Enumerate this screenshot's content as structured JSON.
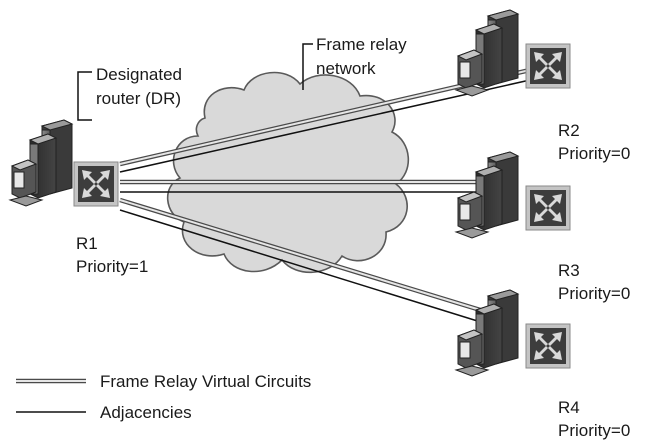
{
  "labels": {
    "dr": [
      "Designated",
      "router (DR)"
    ],
    "cloud": [
      "Frame relay",
      "network"
    ]
  },
  "routers": [
    {
      "id": "R1",
      "name": "R1",
      "priority": "Priority=1"
    },
    {
      "id": "R2",
      "name": "R2",
      "priority": "Priority=0"
    },
    {
      "id": "R3",
      "name": "R3",
      "priority": "Priority=0"
    },
    {
      "id": "R4",
      "name": "R4",
      "priority": "Priority=0"
    }
  ],
  "legend": {
    "virtual_circuits": "Frame Relay Virtual Circuits",
    "adjacencies": "Adjacencies"
  },
  "icons": {
    "router": "router-icon",
    "server": "server-tower-icon",
    "cloud": "frame-relay-cloud-icon"
  },
  "colors": {
    "cloud_fill": "#d9d9d9",
    "cloud_stroke": "#5a5a5a",
    "circuit_outer": "#4a4a4a",
    "circuit_inner": "#e6e6e6",
    "adjacency": "#111111",
    "router_face": "#3a3a3a",
    "router_border": "#bdbdbd"
  }
}
